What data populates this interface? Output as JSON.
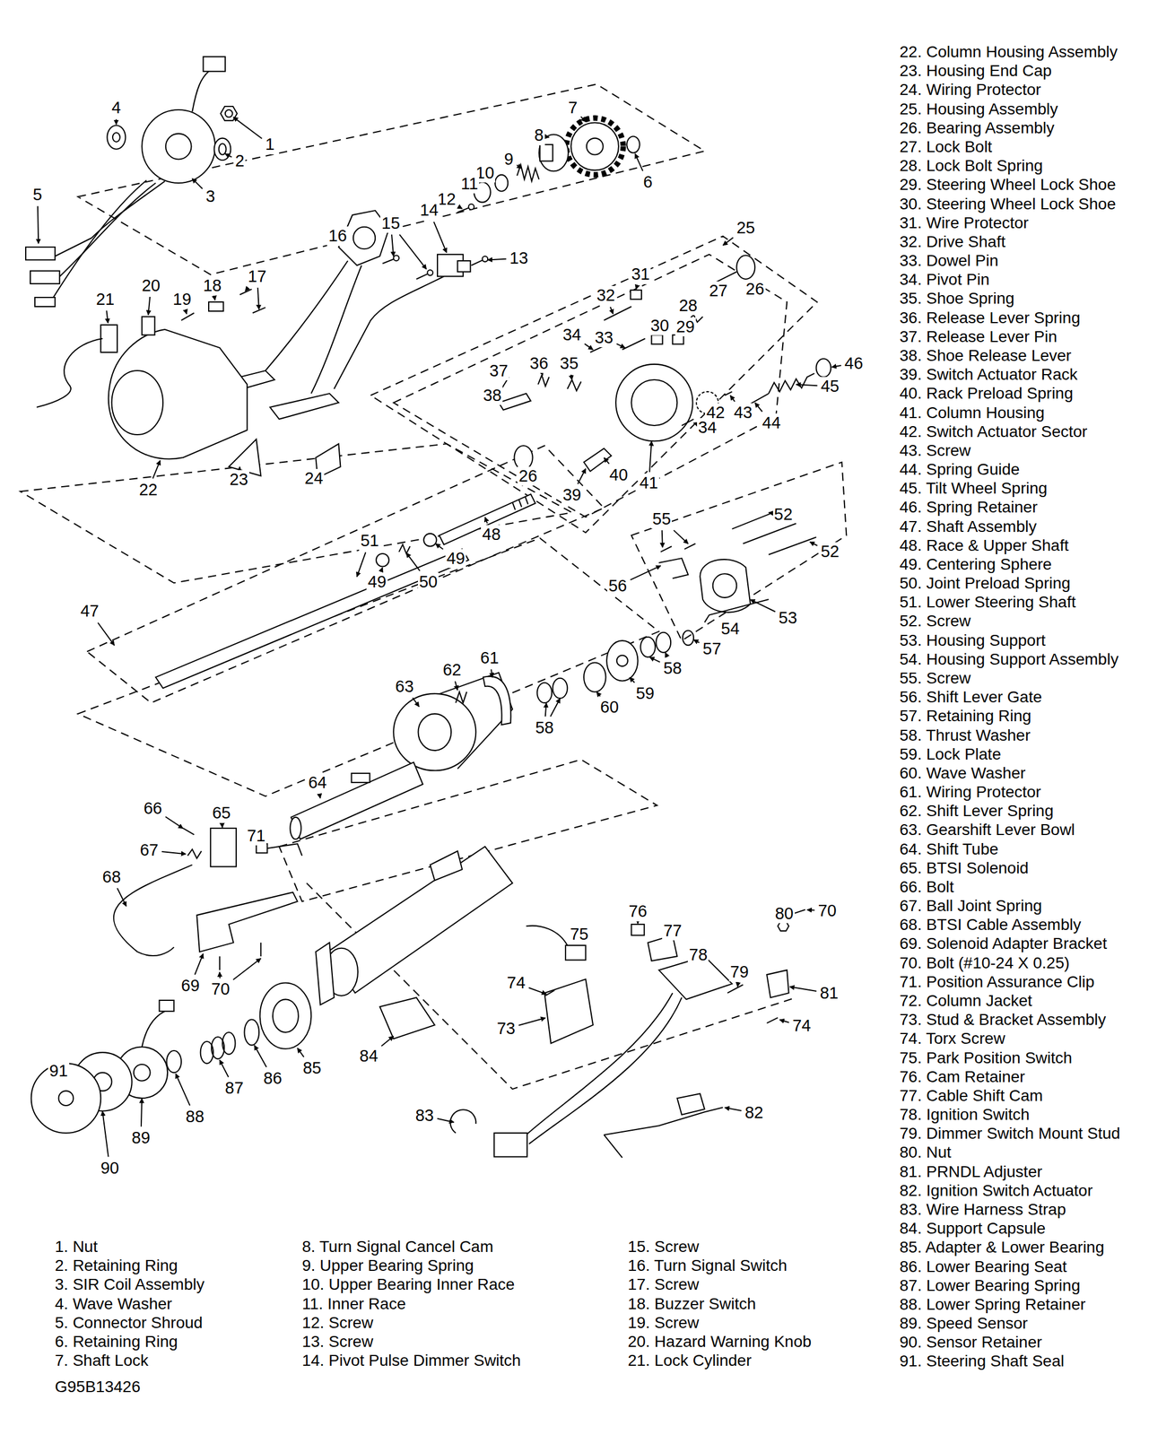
{
  "diagram": {
    "labels": [
      "1",
      "2",
      "3",
      "4",
      "5",
      "6",
      "7",
      "8",
      "9",
      "10",
      "11",
      "12",
      "13",
      "14",
      "15",
      "16",
      "17",
      "18",
      "19",
      "20",
      "21",
      "22",
      "23",
      "24",
      "25",
      "26",
      "26",
      "27",
      "28",
      "29",
      "30",
      "31",
      "32",
      "33",
      "34",
      "34",
      "35",
      "36",
      "37",
      "38",
      "39",
      "40",
      "41",
      "42",
      "43",
      "44",
      "45",
      "46",
      "47",
      "48",
      "49",
      "49",
      "50",
      "51",
      "52",
      "52",
      "53",
      "54",
      "55",
      "56",
      "57",
      "58",
      "58",
      "59",
      "60",
      "61",
      "62",
      "63",
      "64",
      "65",
      "66",
      "67",
      "68",
      "69",
      "70",
      "70",
      "71",
      "73",
      "74",
      "74",
      "75",
      "76",
      "77",
      "78",
      "79",
      "80",
      "81",
      "82",
      "83",
      "84",
      "85",
      "86",
      "87",
      "88",
      "89",
      "90",
      "91",
      "1. Nut",
      "2. Retaining Ring",
      "3. SIR Coil Assembly",
      "4. Wave Washer",
      "5. Connector Shroud",
      "6. Retaining Ring",
      "7. Shaft Lock",
      "8. Turn Signal Cancel Cam",
      "9. Upper Bearing Spring",
      "10. Upper Bearing Inner Race",
      "11. Inner Race",
      "12. Screw",
      "13. Screw",
      "14. Pivot Pulse Dimmer Switch",
      "15. Screw",
      "16. Turn Signal Switch",
      "17. Screw",
      "18. Buzzer Switch",
      "19. Screw",
      "20. Hazard Warning Knob",
      "21. Lock Cylinder",
      "22. Column Housing Assembly",
      "23. Housing End Cap",
      "24. Wiring Protector",
      "25. Housing Assembly",
      "26. Bearing Assembly",
      "27. Lock Bolt",
      "28. Lock Bolt Spring",
      "29. Steering Wheel Lock Shoe",
      "30. Steering Wheel Lock Shoe",
      "31. Wire Protector",
      "32. Drive Shaft",
      "33. Dowel Pin",
      "34. Pivot Pin",
      "35. Shoe Spring",
      "36. Release Lever Spring",
      "37. Release Lever Pin",
      "38. Shoe Release Lever",
      "39. Switch Actuator Rack",
      "40. Rack Preload Spring",
      "41. Column Housing",
      "42. Switch Actuator Sector",
      "43. Screw",
      "44. Spring Guide",
      "45. Tilt Wheel Spring",
      "46. Spring Retainer",
      "47. Shaft Assembly",
      "48. Race & Upper Shaft",
      "49. Centering Sphere",
      "50. Joint Preload Spring",
      "51. Lower Steering Shaft",
      "52. Screw",
      "53. Housing Support",
      "54. Housing Support Assembly",
      "55. Screw",
      "56. Shift Lever Gate",
      "57. Retaining Ring",
      "58. Thrust Washer",
      "59. Lock Plate",
      "60. Wave Washer",
      "61. Wiring Protector",
      "62. Shift Lever Spring",
      "63. Gearshift Lever Bowl",
      "64. Shift Tube",
      "65. BTSI Solenoid",
      "66. Bolt",
      "67. Ball Joint Spring",
      "68. BTSI Cable Assembly",
      "69. Solenoid Adapter Bracket",
      "70. Bolt (#10-24 X 0.25)",
      "71. Position Assurance Clip",
      "72. Column Jacket",
      "73. Stud & Bracket Assembly",
      "74. Torx Screw",
      "75. Park Position Switch",
      "76. Cam Retainer",
      "77. Cable Shift Cam",
      "78. Ignition Switch",
      "79. Dimmer Switch Mount Stud",
      "80. Nut",
      "81. PRNDL Adjuster",
      "82. Ignition Switch Actuator",
      "83. Wire Harness Strap",
      "84. Support Capsule",
      "85. Adapter & Lower Bearing",
      "86. Lower Bearing Seat",
      "87. Lower Bearing Spring",
      "88. Lower Spring Retainer",
      "89. Speed Sensor",
      "90. Sensor Retainer",
      "91. Steering Shaft Seal",
      "G95B13426"
    ]
  }
}
